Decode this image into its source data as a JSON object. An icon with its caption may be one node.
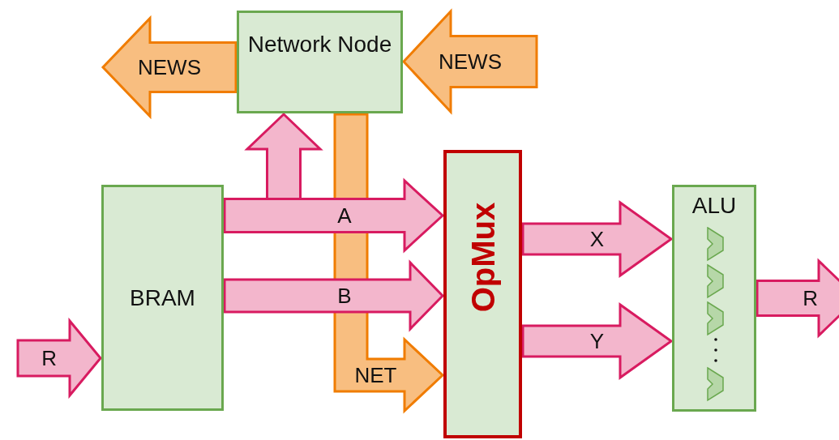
{
  "diagram": {
    "nodes": [
      {
        "text": [
          "Network Node"
        ]
      },
      {
        "text": [
          "BRAM"
        ]
      },
      {
        "text": [
          "OpMux"
        ]
      },
      {
        "text": [
          "ALU"
        ]
      }
    ],
    "edges": [
      {
        "from": 0,
        "to": null,
        "arrow": "to",
        "label": "NEWS",
        "color": "#f07c00"
      },
      {
        "from": null,
        "to": 0,
        "arrow": "to",
        "label": "NEWS",
        "color": "#f07c00"
      },
      {
        "from": 1,
        "to": 2,
        "arrow": "to",
        "label": "A"
      },
      {
        "from": 1,
        "to": 0,
        "arrow": "to"
      },
      {
        "from": 1,
        "to": 2,
        "arrow": "to",
        "label": "B"
      },
      {
        "from": 0,
        "to": 2,
        "arrow": "to",
        "label": "NET",
        "color": "#f07c00"
      },
      {
        "from": 2,
        "to": 3,
        "arrow": "to",
        "label": "X"
      },
      {
        "from": 2,
        "to": 3,
        "arrow": "to",
        "label": "Y"
      },
      {
        "from": null,
        "to": 1,
        "arrow": "to",
        "label": "R"
      },
      {
        "from": 3,
        "to": null,
        "arrow": "to",
        "label": "R"
      }
    ]
  }
}
